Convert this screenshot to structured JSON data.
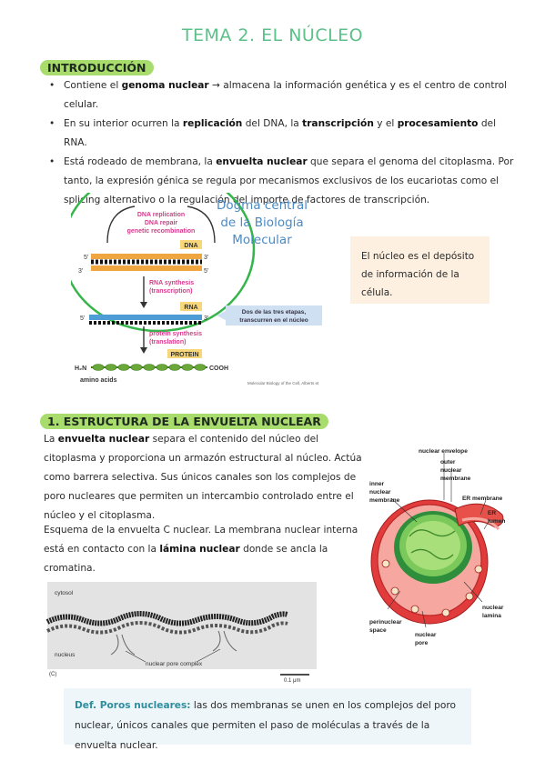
{
  "page_title": "TEMA 2. EL NÚCLEO",
  "intro": {
    "heading": "INTRODUCCIÓN",
    "bullets": [
      {
        "pre": "Contiene el ",
        "bold1": "genoma nuclear",
        "post": " → almacena la información genética y es el centro de control celular."
      },
      {
        "pre": "En su interior ocurren la ",
        "bold1": "replicación",
        "mid1": " del DNA, la ",
        "bold2": "transcripción",
        "mid2": " y el ",
        "bold3": "procesamiento",
        "post": " del RNA."
      },
      {
        "pre": "Está rodeado de membrana, la ",
        "bold1": "envuelta nuclear",
        "post": " que separa el genoma del citoplasma. Por tanto, la expresión génica se regula por mecanismos exclusivos de los eucariotas como el splicing alternativo o la regulación del importe de factores de transcripción."
      }
    ]
  },
  "dogma": {
    "title_line1": "Dogma central",
    "title_line2": "de la Biología",
    "title_line3": "Molecular",
    "replication_line1": "DNA replication",
    "replication_line2": "DNA repair",
    "replication_line3": "genetic recombination",
    "dna_label": "DNA",
    "rna_synthesis_line1": "RNA synthesis",
    "rna_synthesis_line2": "(transcription)",
    "rna_label": "RNA",
    "protein_synthesis_line1": "protein synthesis",
    "protein_synthesis_line2": "(translation)",
    "protein_label": "PROTEIN",
    "h2n": "H₂N",
    "cooh": "COOH",
    "amino_acids": "amino acids",
    "five_prime": "5'",
    "three_prime": "3'",
    "callout_line1": "Dos de las tres etapas,",
    "callout_line2": "transcurren en el núcleo",
    "source": "Molecular Biology of the Cell, Alberts et",
    "colors": {
      "magenta": "#d63c8c",
      "circle": "#35b54a",
      "callout": "#cfe0f3",
      "label": "#f7d77a"
    }
  },
  "note": "El núcleo es el depósito de información de la célula.",
  "section1": {
    "heading": "1. ESTRUCTURA DE LA ENVUELTA NUCLEAR",
    "p1_bold": "envuelta nuclear",
    "p1_pre": "La ",
    "p1_post": " separa el contenido del núcleo del citoplasma y proporciona un armazón estructural al núcleo. Actúa como barrera selectiva. Sus únicos canales son los complejos de poro nucleares que permiten un intercambio controlado entre el núcleo y el citoplasma.",
    "p2_pre": "Esquema de la envuelta C nuclear. La membrana nuclear interna está en contacto con la ",
    "p2_bold": "lámina nuclear",
    "p2_post": " donde se ancla la cromatina."
  },
  "envelope_figure": {
    "nuclear_envelope": "nuclear envelope",
    "outer_line1": "outer",
    "outer_line2": "nuclear",
    "outer_line3": "membrane",
    "inner_line1": "inner",
    "inner_line2": "nuclear",
    "inner_line3": "membrane",
    "er_membrane": "ER membrane",
    "er_lumen_line1": "ER",
    "er_lumen_line2": "lumen",
    "perinuclear_line1": "perinuclear",
    "perinuclear_line2": "space",
    "pore_line1": "nuclear",
    "pore_line2": "pore",
    "lamina_line1": "nuclear",
    "lamina_line2": "lamina"
  },
  "micrograph": {
    "cytosol": "cytosol",
    "nucleus": "nucleus",
    "pore_complex": "nuclear pore complex",
    "scale": "0.1 μm",
    "panel": "(C)"
  },
  "definition": {
    "label": "Def. Poros nucleares:",
    "text": " las dos membranas se unen en los complejos del poro nuclear, únicos canales que permiten el paso de moléculas a través de la envuelta nuclear."
  }
}
